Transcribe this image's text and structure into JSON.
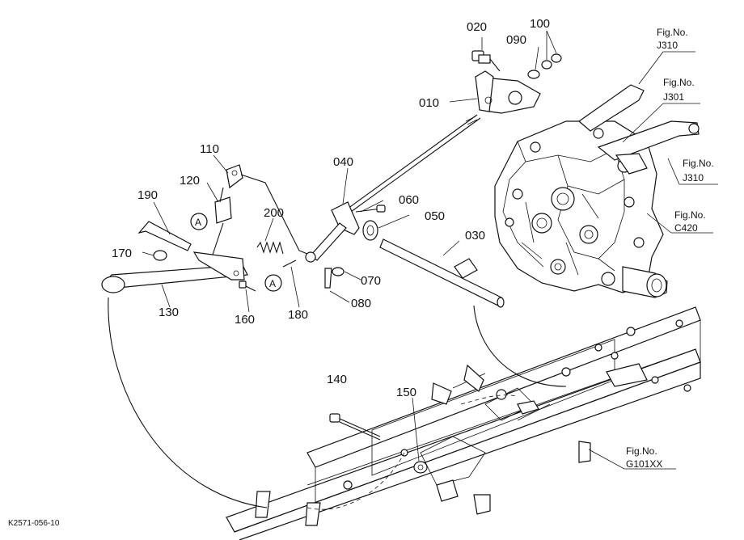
{
  "diagram": {
    "parts": [
      {
        "id": "010",
        "label": "010"
      },
      {
        "id": "020",
        "label": "020"
      },
      {
        "id": "030",
        "label": "030"
      },
      {
        "id": "040",
        "label": "040"
      },
      {
        "id": "050",
        "label": "050"
      },
      {
        "id": "060",
        "label": "060"
      },
      {
        "id": "070",
        "label": "070"
      },
      {
        "id": "080",
        "label": "080"
      },
      {
        "id": "090",
        "label": "090"
      },
      {
        "id": "100",
        "label": "100"
      },
      {
        "id": "110",
        "label": "110"
      },
      {
        "id": "120",
        "label": "120"
      },
      {
        "id": "130",
        "label": "130"
      },
      {
        "id": "140",
        "label": "140"
      },
      {
        "id": "150",
        "label": "150"
      },
      {
        "id": "160",
        "label": "160"
      },
      {
        "id": "170",
        "label": "170"
      },
      {
        "id": "180",
        "label": "180"
      },
      {
        "id": "190",
        "label": "190"
      },
      {
        "id": "200",
        "label": "200"
      }
    ],
    "markers": [
      "A",
      "A"
    ],
    "figure_refs": [
      {
        "title": "Fig.No.",
        "code": "J310"
      },
      {
        "title": "Fig.No.",
        "code": "J301"
      },
      {
        "title": "Fig.No.",
        "code": "J310"
      },
      {
        "title": "Fig.No.",
        "code": "C420"
      },
      {
        "title": "Fig.No.",
        "code": "G101XX"
      }
    ],
    "drawing_code": "K2571-056-10"
  }
}
